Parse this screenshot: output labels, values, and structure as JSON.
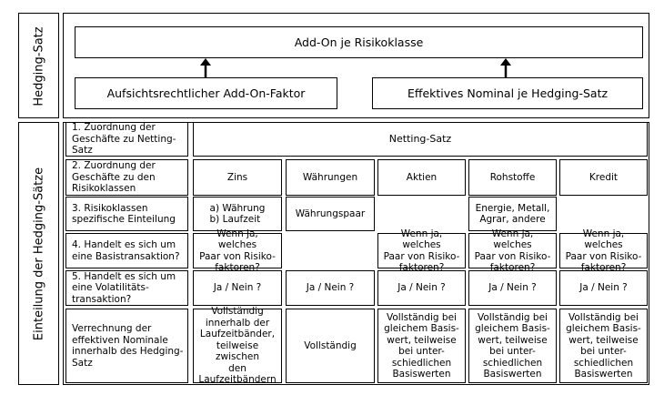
{
  "top": {
    "side_label": "Hedging-Satz",
    "main_box": "Add-On je Risikoklasse",
    "left_box": "Aufsichtsrechtlicher Add-On-Faktor",
    "right_box": "Effektives Nominal je Hedging-Satz"
  },
  "bottom": {
    "side_label": "Einteilung der Hedging-Sätze",
    "rows": [
      {
        "label": "1. Zuordnung der\nGeschäfte zu Netting-\nSatz"
      },
      {
        "label": "2. Zuordnung der\nGeschäfte zu den\nRisikoklassen"
      },
      {
        "label": "3. Risikoklassen\nspezifische Einteilung"
      },
      {
        "label": "4. Handelt es sich um\neine Basistransaktion?"
      },
      {
        "label": "5. Handelt es sich um\neine Volatilitäts-\ntransaktion?"
      },
      {
        "label": "Verrechnung der\neffektiven Nominale\ninnerhalb des Hedging-\nSatz"
      }
    ],
    "netting_set": "Netting-Satz",
    "classes": [
      "Zins",
      "Währungen",
      "Aktien",
      "Rohstoffe",
      "Kredit"
    ],
    "row3": [
      "a) Währung\nb) Laufzeit",
      "Währungspaar",
      "",
      "Energie, Metall,\nAgrar, andere",
      ""
    ],
    "row4": [
      "Wenn ja, welches\nPaar von Risiko-\nfaktoren?",
      "",
      "Wenn ja, welches\nPaar von Risiko-\nfaktoren?",
      "Wenn ja, welches\nPaar von Risiko-\nfaktoren?",
      "Wenn ja, welches\nPaar von Risiko-\nfaktoren?"
    ],
    "row5": [
      "Ja / Nein ?",
      "Ja / Nein ?",
      "Ja / Nein ?",
      "Ja / Nein ?",
      "Ja / Nein ?"
    ],
    "row6": [
      "Vollständig\ninnerhalb der\nLaufzeitbänder,\nteilweise zwischen\nden\nLaufzeitbändern",
      "Vollständig",
      "Vollständig bei\ngleichem Basis-\nwert, teilweise\nbei unter-\nschiedlichen\nBasiswerten",
      "Vollständig bei\ngleichem Basis-\nwert, teilweise\nbei unter-\nschiedlichen\nBasiswerten",
      "Vollständig bei\ngleichem Basis-\nwert, teilweise\nbei unter-\nschiedlichen\nBasiswerten"
    ]
  }
}
